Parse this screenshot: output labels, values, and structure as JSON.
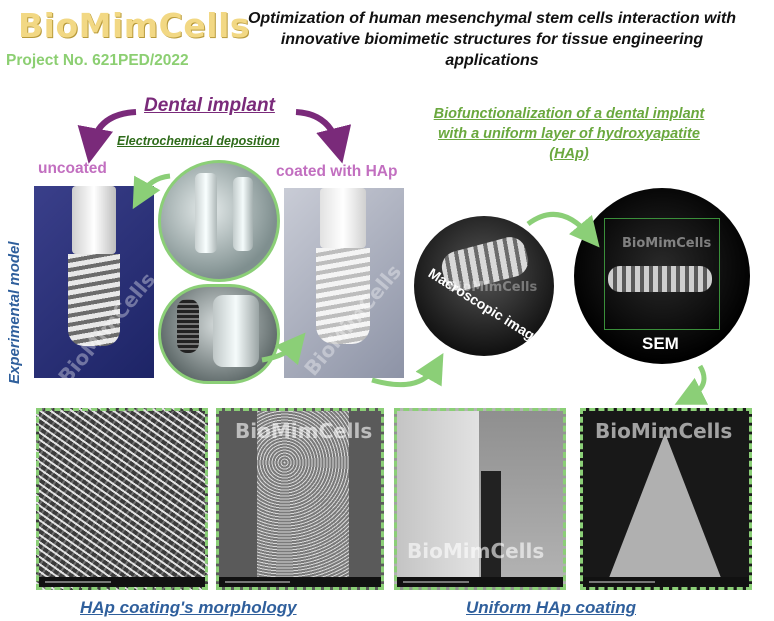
{
  "header": {
    "logo": "BioMimCells",
    "project": "Project No. 621PED/2022",
    "title": "Optimization of human mesenchymal stem cells interaction with innovative biomimetic structures for tissue engineering applications"
  },
  "diagram": {
    "dental_implant": "Dental implant",
    "electrochemical": "Electrochemical deposition",
    "uncoated": "uncoated",
    "coated": "coated with HAp",
    "biofunctionalization": "Biofunctionalization of a dental implant with a uniform layer of hydroxyapatite (HAp)",
    "experimental_model": "Experimental model",
    "macroscopic": "Macroscopic image",
    "sem": "SEM",
    "watermark": "BioMimCells",
    "morphology": "HAp coating's morphology",
    "uniform": "Uniform HAp coating"
  },
  "colors": {
    "purple_arrow": "#7a2a7a",
    "green_accent": "#8bcf77",
    "title_blue": "#2f5f9c",
    "pink_label": "#c26fc0"
  }
}
